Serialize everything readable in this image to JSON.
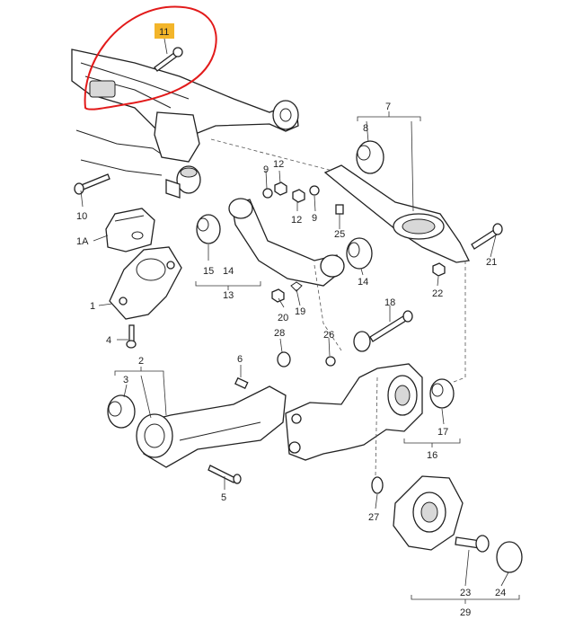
{
  "diagram": {
    "highlight_color": "#f3b52a",
    "circle_color": "#e21a1a",
    "highlighted_label": "11",
    "callouts": {
      "c1": "1",
      "c1a": "1A",
      "c2": "2",
      "c3": "3",
      "c4": "4",
      "c5": "5",
      "c6": "6",
      "c7": "7",
      "c8": "8",
      "c9a": "9",
      "c9b": "9",
      "c10": "10",
      "c11": "11",
      "c12a": "12",
      "c12b": "12",
      "c13": "13",
      "c14a": "14",
      "c14b": "14",
      "c15": "15",
      "c16": "16",
      "c17": "17",
      "c18": "18",
      "c19": "19",
      "c20": "20",
      "c21": "21",
      "c22": "22",
      "c23": "23",
      "c24": "24",
      "c25": "25",
      "c26": "26",
      "c27": "27",
      "c28": "28",
      "c29": "29"
    }
  }
}
